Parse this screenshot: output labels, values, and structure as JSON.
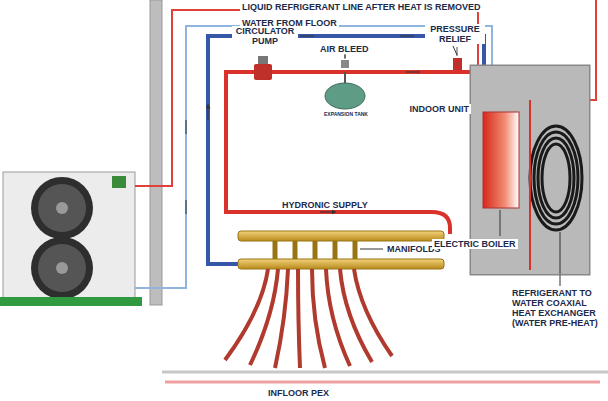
{
  "diagram": {
    "nodes": [
      {
        "text": [
          "INDOOR UNIT"
        ]
      }
    ],
    "labels": [
      "LIQUID REFRIGERANT LINE AFTER HEAT IS REMOVED",
      "WATER FROM FLOOR",
      "CIRCULATOR PUMP",
      "AIR BLEED",
      "PRESSURE RELIEF",
      "EXPANSION TANK",
      "HYDRONIC SUPPLY",
      "MANIFOLDS",
      "ELECTRIC BOILER",
      "REFRIGERANT TO WATER COAXIAL HEAT EXCHANGER (WATER PRE-HEAT)",
      "INFLOOR PEX"
    ]
  }
}
